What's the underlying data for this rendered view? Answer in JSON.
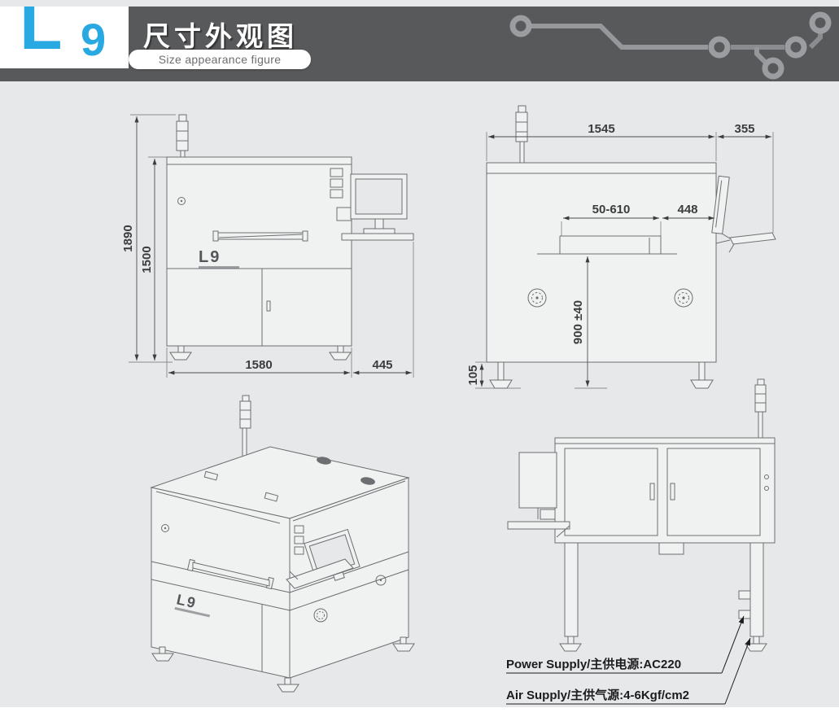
{
  "colors": {
    "accent_blue": "#29a9e1",
    "banner_gray": "#58595b",
    "canvas_gray": "#e7e8e9",
    "line_gray": "#6d6e71"
  },
  "header": {
    "logo_letter": "L",
    "logo_digit": "9",
    "title_cn": "尺寸外观图",
    "subtitle_en": "Size appearance figure"
  },
  "front_view": {
    "machine_label": "L9",
    "dim_total_height": "1890",
    "dim_body_height": "1500",
    "dim_body_width": "1580",
    "dim_side_extension": "445"
  },
  "side_view": {
    "dim_body_length": "1545",
    "dim_monitor_extension": "355",
    "dim_conveyor_width": "50-610",
    "dim_conveyor_offset": "448",
    "dim_conveyor_height": "900 ±40",
    "dim_foot_height": "105"
  },
  "iso_view": {
    "machine_label": "L9"
  },
  "rear_view": {
    "power_supply_label": "Power Supply/主供电源:AC220",
    "air_supply_label": "Air Supply/主供气源:4-6Kgf/cm2"
  }
}
